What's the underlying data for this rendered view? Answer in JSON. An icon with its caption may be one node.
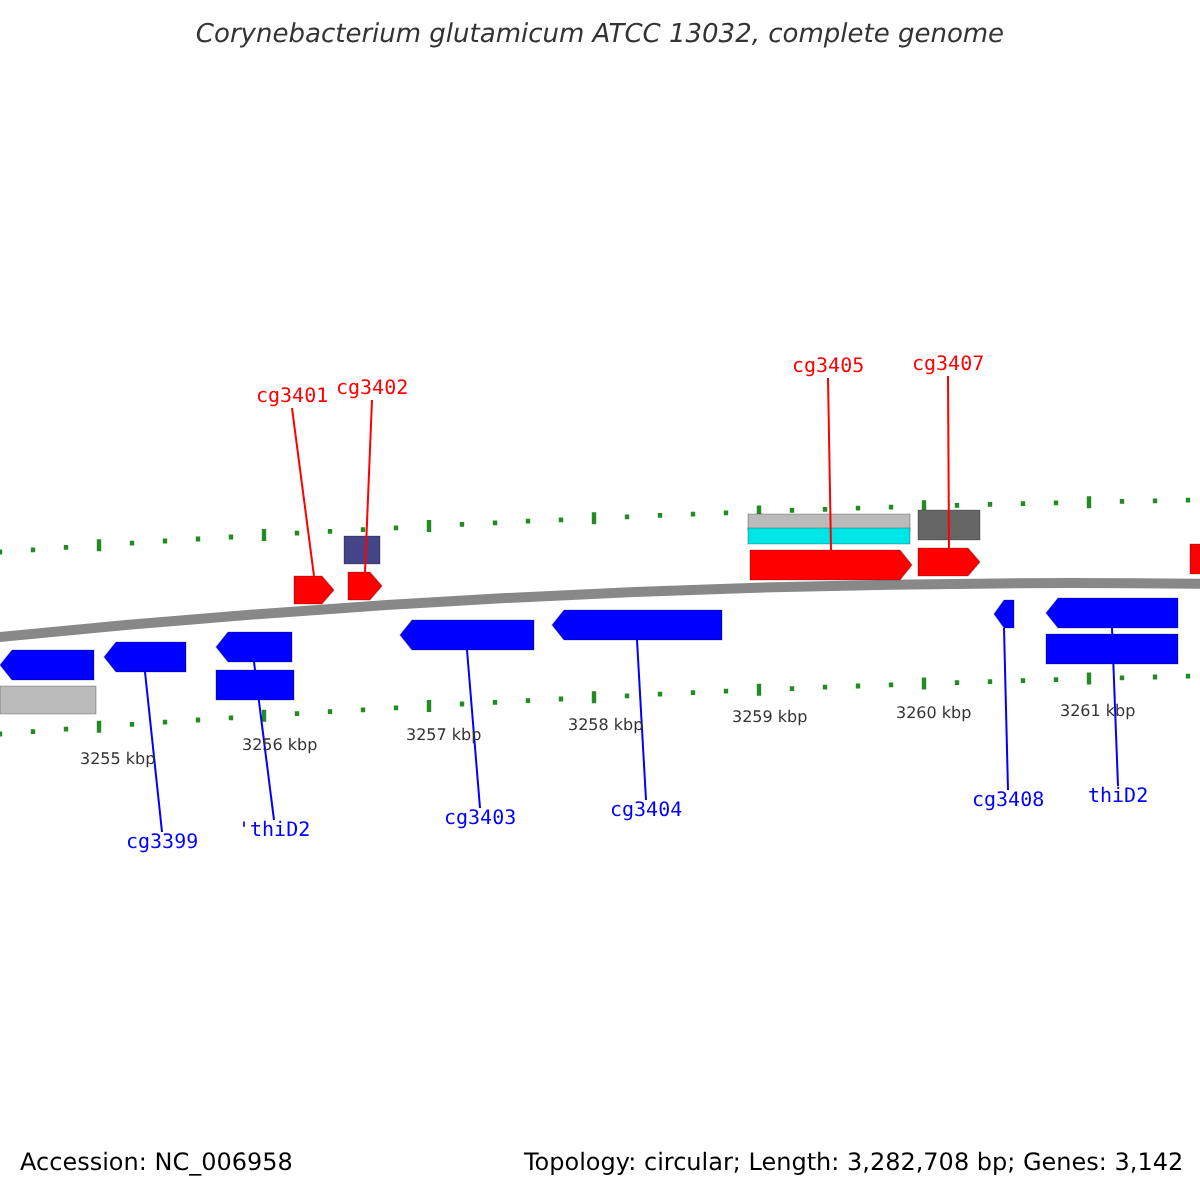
{
  "diagram": {
    "title": "Corynebacterium glutamicum ATCC 13032, complete genome",
    "nodes": [
      {
        "text": [
          "cg3401"
        ]
      },
      {
        "text": [
          "cg3402"
        ]
      },
      {
        "text": [
          "cg3405"
        ]
      },
      {
        "text": [
          "cg3407"
        ]
      },
      {
        "text": [
          "cg3399"
        ]
      },
      {
        "text": [
          "'thiD2"
        ]
      },
      {
        "text": [
          "cg3403"
        ]
      },
      {
        "text": [
          "cg3404"
        ]
      },
      {
        "text": [
          "cg3408"
        ]
      },
      {
        "text": [
          "thiD2"
        ]
      },
      {
        "text": [],
        "shape": "bar"
      },
      {
        "text": [],
        "shape": "bar"
      },
      {
        "text": [],
        "shape": "bar"
      },
      {
        "text": [],
        "shape": "bar"
      },
      {
        "text": [],
        "shape": "bar"
      },
      {
        "text": [],
        "shape": "bar"
      },
      {
        "text": [],
        "shape": "bar"
      },
      {
        "text": [],
        "shape": "bar"
      },
      {
        "text": [],
        "shape": "bar"
      },
      {
        "text": [],
        "shape": "bar"
      },
      {
        "text": [],
        "shape": "bar"
      },
      {
        "text": [],
        "shape": "bar"
      },
      {
        "text": [],
        "shape": "bar"
      },
      {
        "text": [],
        "shape": "bar"
      },
      {
        "text": [],
        "shape": "bar"
      },
      {
        "text": [],
        "shape": "bar"
      },
      {
        "text": [],
        "shape": "bar"
      },
      {
        "text": [],
        "shape": "bar"
      },
      {
        "text": [],
        "shape": "bar"
      }
    ],
    "edges": [
      {
        "from": 0,
        "to": 10,
        "arrow": "none",
        "color": "#ff0000"
      },
      {
        "from": 1,
        "to": 11,
        "arrow": "none",
        "color": "#ff0000"
      },
      {
        "from": 2,
        "to": 12,
        "arrow": "none",
        "color": "#ff0000"
      },
      {
        "from": 3,
        "to": 13,
        "arrow": "none",
        "color": "#ff0000"
      },
      {
        "from": 4,
        "to": 14,
        "arrow": "none"
      },
      {
        "from": 5,
        "to": 15,
        "arrow": "none"
      },
      {
        "from": 6,
        "to": 16,
        "arrow": "none"
      },
      {
        "from": 7,
        "to": 17,
        "arrow": "none"
      },
      {
        "from": 8,
        "to": 18,
        "arrow": "none"
      },
      {
        "from": 9,
        "to": 19,
        "arrow": "none"
      }
    ],
    "labels": [
      "3255 kbp",
      "3256 kbp",
      "3257 kbp",
      "3258 kbp",
      "3259 kbp",
      "3260 kbp",
      "3261 kbp",
      "Accession: NC_006958",
      "Topology: circular; Length: 3,282,708 bp; Genes: 3,142"
    ]
  }
}
